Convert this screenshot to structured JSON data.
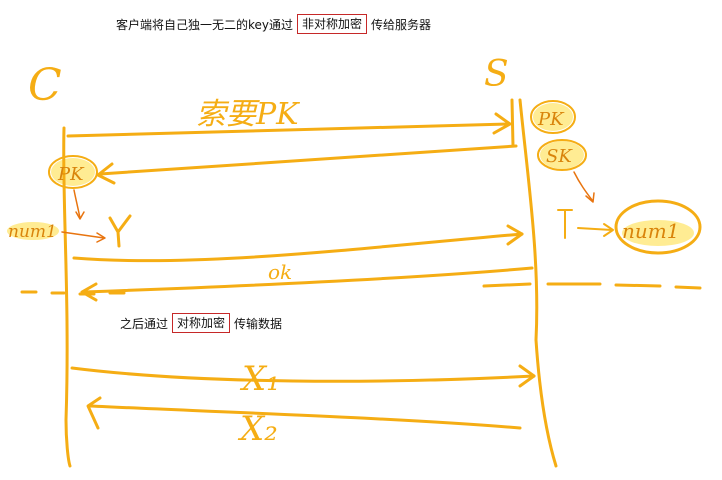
{
  "line1": {
    "before": "客户端将自己独一无二的key通过",
    "boxed": "非对称加密",
    "after": "传给服务器"
  },
  "line2": {
    "before": "之后通过",
    "boxed": "对称加密",
    "after": "传输数据"
  },
  "sketch": {
    "client_label": "C",
    "server_label": "S",
    "request_pk_label": "索要PK",
    "pk_label_server": "PK",
    "sk_label_server": "SK",
    "pk_label_client": "PK",
    "num1_left": "num1",
    "num1_right": "num1",
    "ok_label": "ok",
    "x1_label": "X₁",
    "x2_label": "X₂",
    "accent_color": "#f5ad14",
    "box_color": "#c62828"
  }
}
